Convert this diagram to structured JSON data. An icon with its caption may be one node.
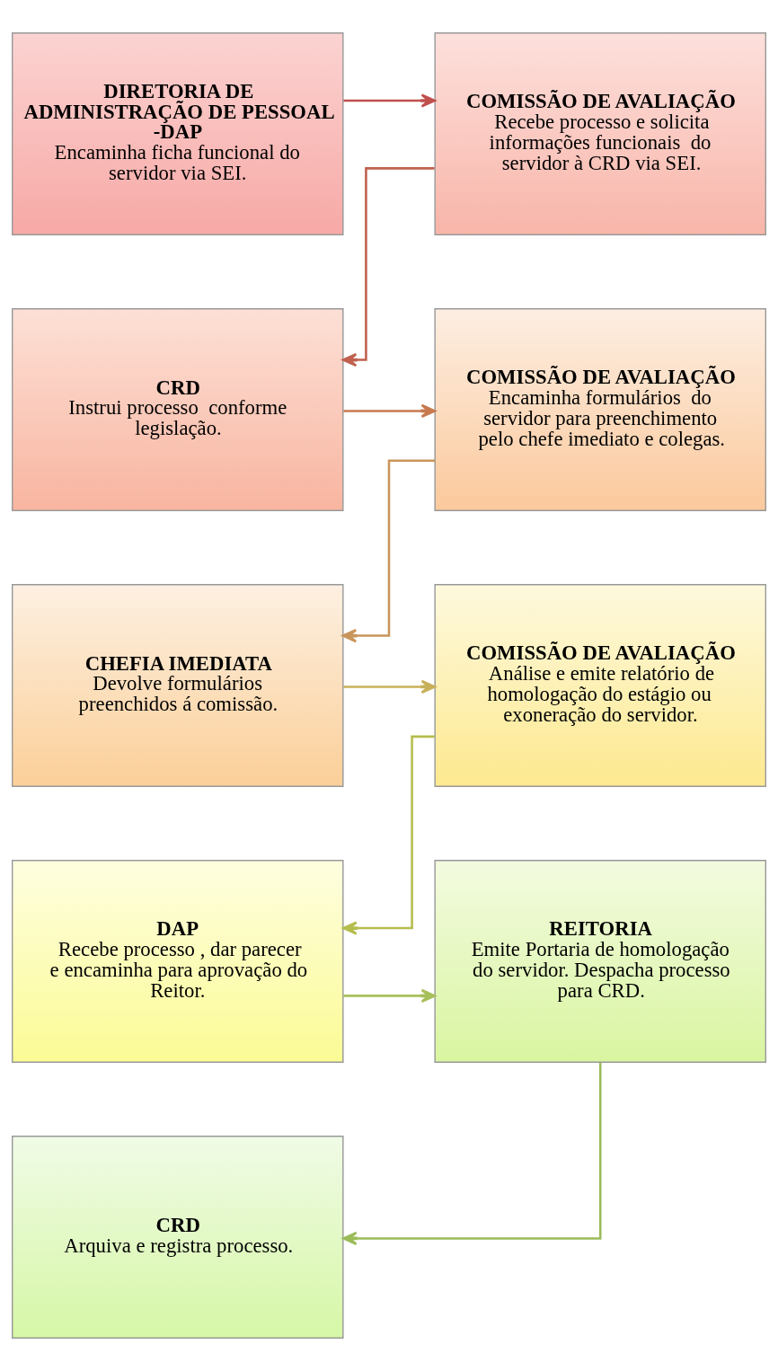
{
  "diagram": {
    "nodes": [
      {
        "text": [
          "DIRETORIA DE ADMINISTRAÇÃO DE PESSOAL -DAP",
          "Encaminha ficha funcional do servidor via SEI."
        ]
      },
      {
        "text": [
          "COMISSÃO DE AVALIAÇÃO",
          "Recebe processo e solicita informações funcionais  do servidor à CRD via SEI."
        ]
      },
      {
        "text": [
          "CRD",
          "Instrui processo  conforme legislação."
        ]
      },
      {
        "text": [
          "COMISSÃO DE AVALIAÇÃO",
          "Encaminha formulários  do servidor para preenchimento pelo chefe imediato e colegas."
        ]
      },
      {
        "text": [
          "CHEFIA IMEDIATA",
          "Devolve formulários preenchidos á comissão."
        ]
      },
      {
        "text": [
          "COMISSÃO DE AVALIAÇÃO",
          "Análise e emite relatório de homologação do estágio ou exoneração do servidor."
        ]
      },
      {
        "text": [
          "DAP",
          "Recebe processo , dar parecer e encaminha para aprovação do Reitor."
        ]
      },
      {
        "text": [
          "REITORIA",
          "Emite Portaria de homologação do servidor. Despacha processo para CRD."
        ]
      },
      {
        "text": [
          "CRD",
          "Arquiva e registra processo."
        ]
      }
    ],
    "edges": [
      {
        "from": 0,
        "to": 1,
        "arrow": "to",
        "color": "#c0504d"
      },
      {
        "from": 1,
        "to": 2,
        "arrow": "to",
        "color": "#c0604d"
      },
      {
        "from": 2,
        "to": 3,
        "arrow": "to",
        "color": "#c87a4f"
      },
      {
        "from": 3,
        "to": 4,
        "arrow": "to",
        "color": "#c8955a"
      },
      {
        "from": 4,
        "to": 5,
        "arrow": "to",
        "color": "#c8b05a"
      },
      {
        "from": 5,
        "to": 6,
        "arrow": "to",
        "color": "#b5bd4e"
      },
      {
        "from": 6,
        "to": 7,
        "arrow": "to",
        "color": "#a8c05a"
      },
      {
        "from": 7,
        "to": 8,
        "arrow": "to",
        "color": "#9bbb59"
      }
    ]
  }
}
